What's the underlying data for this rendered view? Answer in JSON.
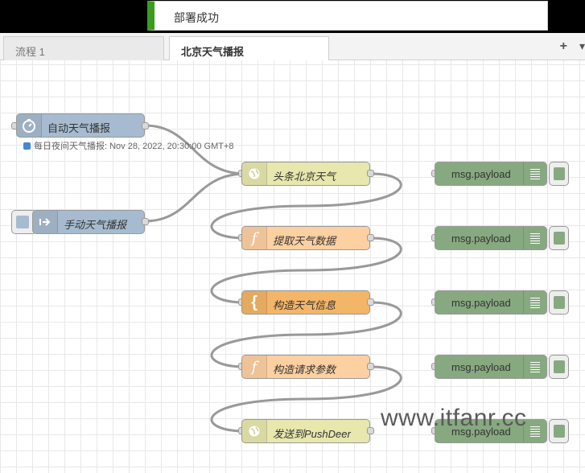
{
  "notification": {
    "message": "部署成功"
  },
  "tabs": [
    {
      "label": "流程 1",
      "active": false
    },
    {
      "label": "北京天气播报",
      "active": true
    }
  ],
  "tab_actions": {
    "add": "+",
    "menu": "▾"
  },
  "inject_nodes": [
    {
      "label": "自动天气播报",
      "icon": "timer-icon",
      "color": "#a6bbcf",
      "status": "每日夜间天气播报: Nov 28, 2022, 20:30:00 GMT+8"
    },
    {
      "label": "手动天气播报",
      "icon": "arrow-right-icon",
      "color": "#a6bbcf"
    }
  ],
  "flow_nodes": [
    {
      "label": "头条北京天气",
      "type": "http request",
      "icon": "globe-icon",
      "color": "#e7e7ae"
    },
    {
      "label": "提取天气数据",
      "type": "function",
      "icon": "function-icon",
      "color": "#fdd0a2"
    },
    {
      "label": "构造天气信息",
      "type": "template",
      "icon": "brace-icon",
      "color": "#f3b567"
    },
    {
      "label": "构造请求参数",
      "type": "function",
      "icon": "function-icon",
      "color": "#fdd0a2"
    },
    {
      "label": "发送到PushDeer",
      "type": "http request",
      "icon": "globe-icon",
      "color": "#e7e7ae"
    }
  ],
  "debug_nodes": [
    {
      "label": "msg.payload",
      "color": "#87a980"
    },
    {
      "label": "msg.payload",
      "color": "#87a980"
    },
    {
      "label": "msg.payload",
      "color": "#87a980"
    },
    {
      "label": "msg.payload",
      "color": "#87a980"
    },
    {
      "label": "msg.payload",
      "color": "#87a980"
    }
  ],
  "watermark": "www.itfanr.cc"
}
